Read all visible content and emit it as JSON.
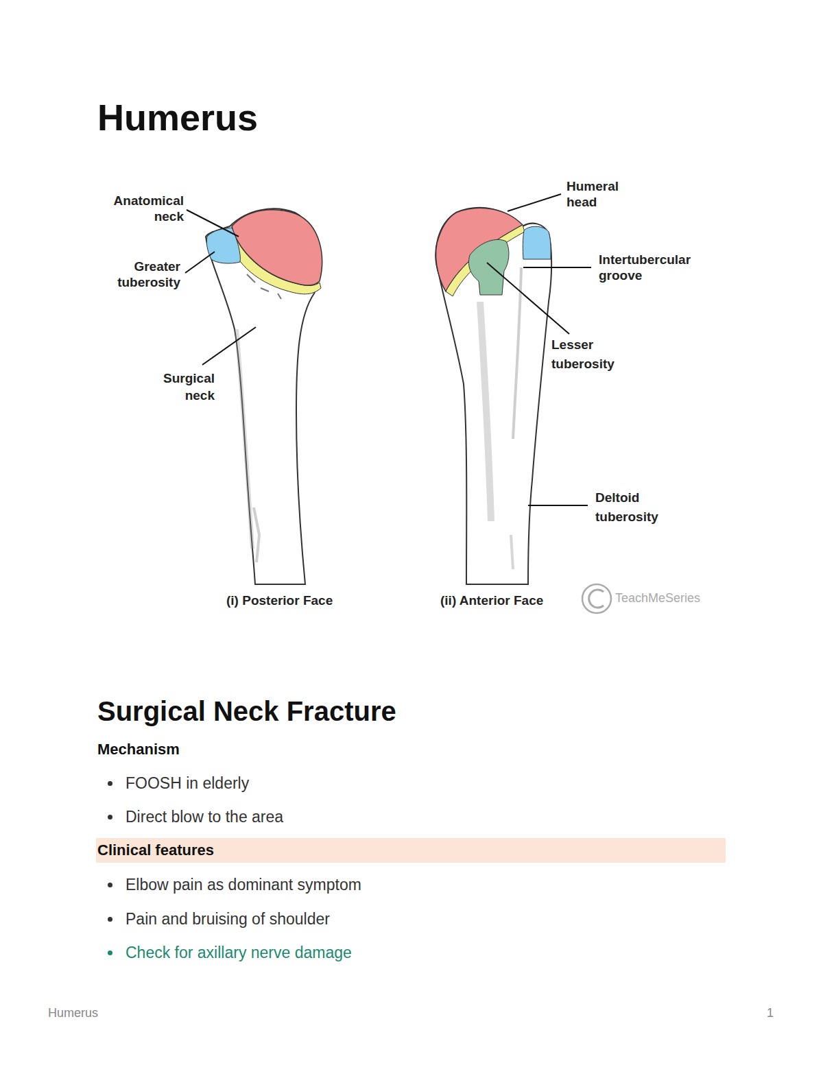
{
  "diagram": {
    "title": "Humerus",
    "nodes": [
      {
        "text": [
          "Clinical features"
        ]
      }
    ],
    "labels": [
      "Anatomical neck",
      "Greater tuberosity",
      "Surgical neck",
      "Humeral head",
      "Intertubercular groove",
      "Lesser tuberosity",
      "Deltoid tuberosity",
      "(i) Posterior Face",
      "(ii) Anterior Face",
      "TeachMeSeries",
      "Surgical Neck Fracture",
      "Mechanism",
      "FOOSH in elderly",
      "Direct blow to the area",
      "Elbow pain as dominant symptom",
      "Pain and bruising of shoulder",
      "Check for axillary nerve damage",
      "Humerus",
      "1"
    ]
  }
}
